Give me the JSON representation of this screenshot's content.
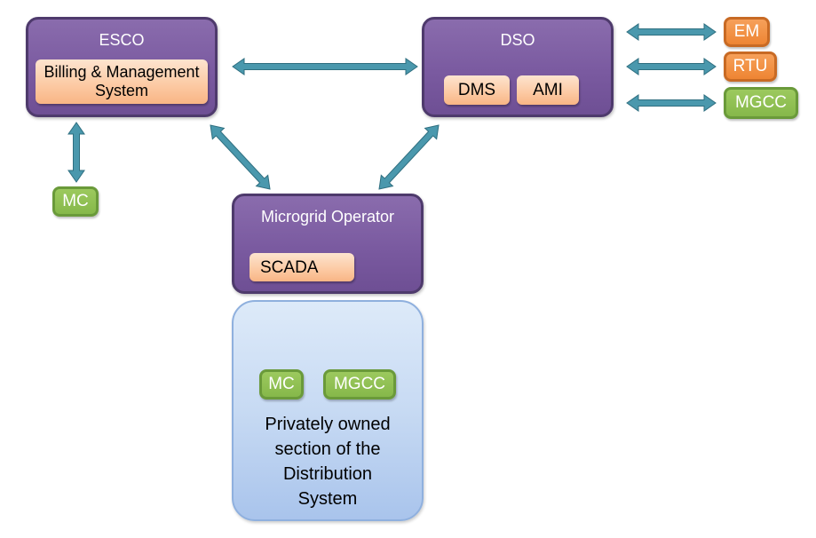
{
  "esco": {
    "title": "ESCO",
    "component": "Billing & Management\nSystem"
  },
  "dso": {
    "title": "DSO",
    "components": [
      "DMS",
      "AMI"
    ]
  },
  "microgrid_operator": {
    "title": "Microgrid Operator",
    "component": "SCADA"
  },
  "dso_devices": [
    "EM",
    "RTU",
    "MGCC"
  ],
  "esco_device": "MC",
  "private_section": {
    "devices": [
      "MC",
      "MGCC"
    ],
    "label": "Privately owned\nsection of the\nDistribution\nSystem"
  },
  "colors": {
    "box_purple": "#7a5aa0",
    "component_orange": "#fcc9a2",
    "device_green": "#86b84a",
    "device_orange": "#ee8533",
    "arrow_teal": "#4a98ad",
    "region_blue": "#c7daf3"
  }
}
